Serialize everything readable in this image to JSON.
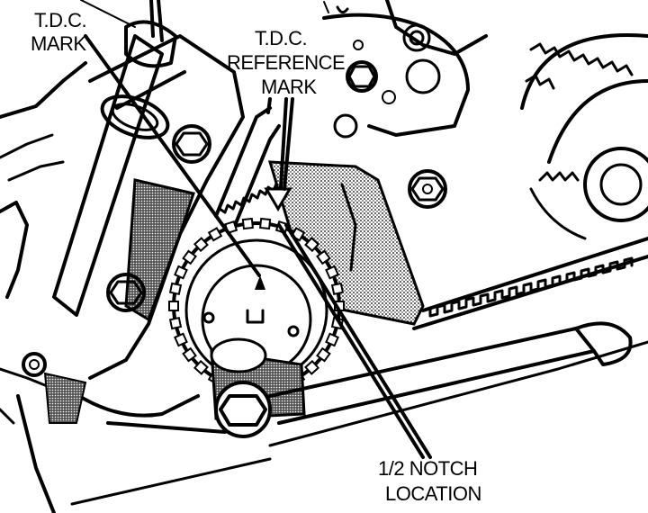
{
  "labels": {
    "tdc_mark_line1": "T.D.C.",
    "tdc_mark_line2": "MARK",
    "tdc_ref_line1": "T.D.C.",
    "tdc_ref_line2": "REFERENCE",
    "tdc_ref_line3": "MARK",
    "notch_line1": "1/2 NOTCH",
    "notch_line2": "LOCATION"
  }
}
